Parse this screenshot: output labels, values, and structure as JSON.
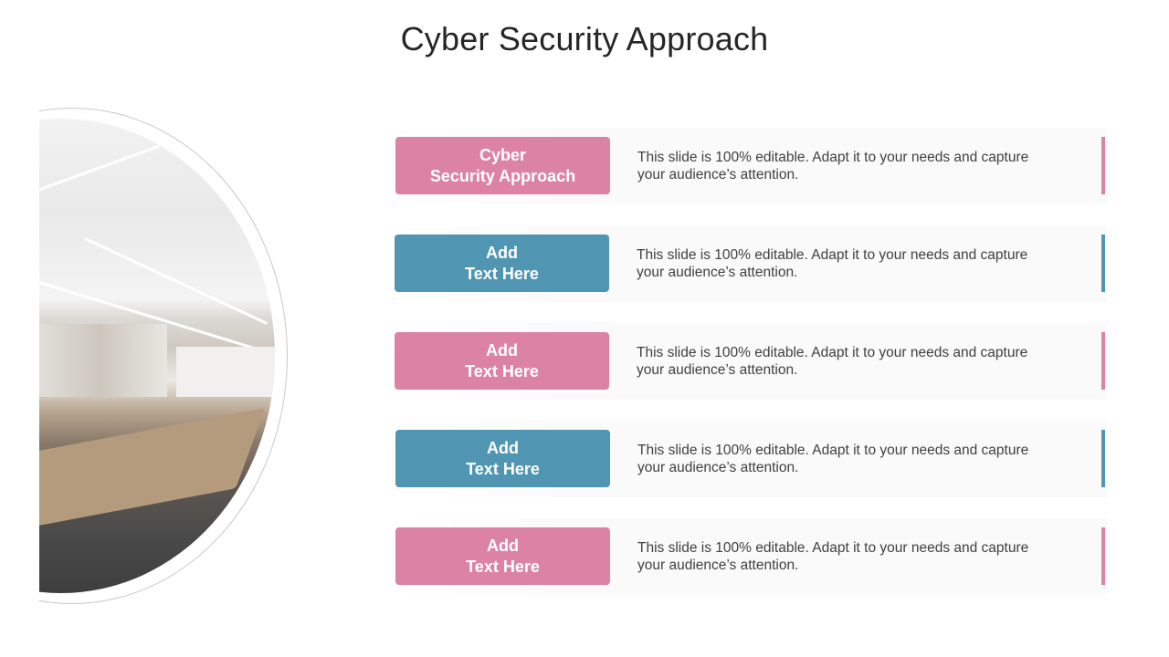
{
  "slide": {
    "title": "Cyber Security Approach",
    "image": {
      "description": "conference-room-meeting-photo",
      "shape": "half-circle"
    }
  },
  "colors": {
    "pink": "#dc82a5",
    "blue": "#5096b3",
    "title_text": "#262626",
    "body_text": "#404040",
    "row_background": "#fafafa"
  },
  "rows": [
    {
      "label_line1": "Cyber",
      "label_line2": "Security Approach",
      "color": "pink",
      "description": "This slide is 100% editable. Adapt it to your needs and capture your audience’s attention."
    },
    {
      "label_line1": "Add",
      "label_line2": "Text Here",
      "color": "blue",
      "description": "This slide is 100% editable. Adapt it to your needs and capture your audience’s attention."
    },
    {
      "label_line1": "Add",
      "label_line2": "Text Here",
      "color": "pink",
      "description": "This slide is 100% editable. Adapt it to your needs and capture your audience’s attention."
    },
    {
      "label_line1": "Add",
      "label_line2": "Text Here",
      "color": "blue",
      "description": "This slide is 100% editable. Adapt it to your needs and capture your audience’s attention."
    },
    {
      "label_line1": "Add",
      "label_line2": "Text Here",
      "color": "pink",
      "description": "This slide is 100% editable. Adapt it to your needs and capture your audience’s attention."
    }
  ]
}
